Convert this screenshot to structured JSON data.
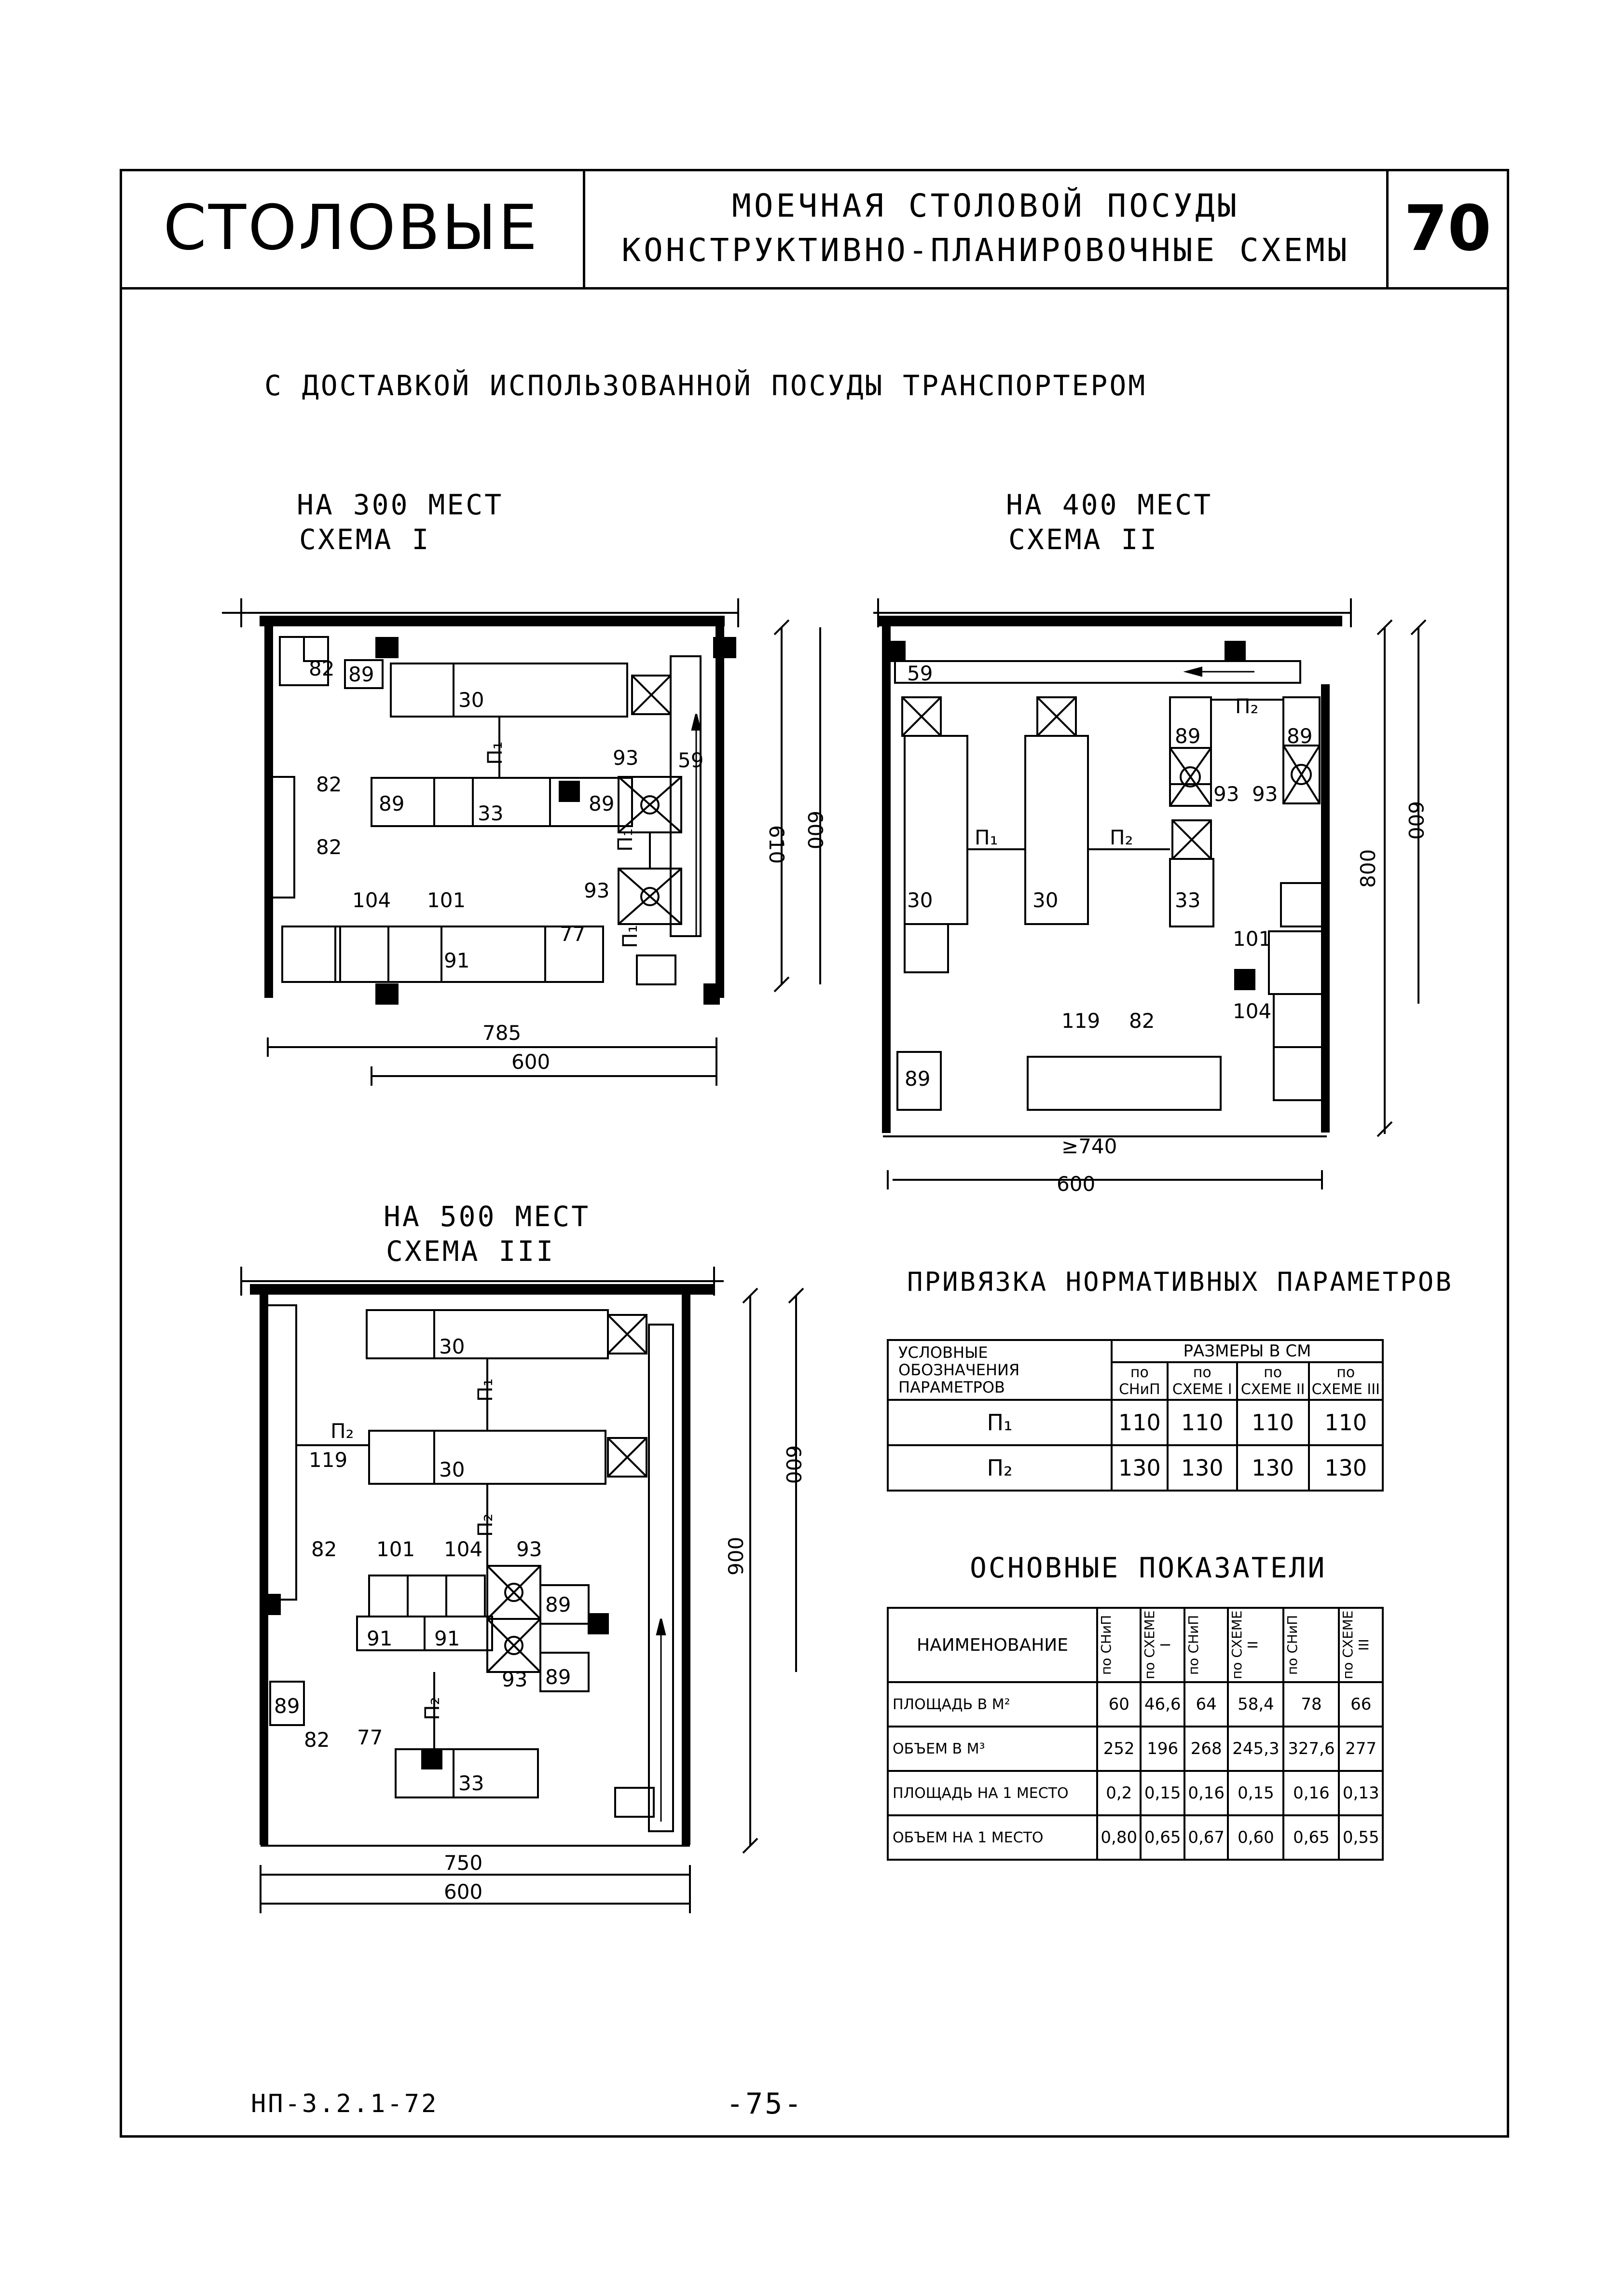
{
  "header": {
    "brand": "СТОЛОВЫЕ",
    "title_line1": "МОЕЧНАЯ СТОЛОВОЙ ПОСУДЫ",
    "title_line2": "КОНСТРУКТИВНО-ПЛАНИРОВОЧНЫЕ СХЕМЫ",
    "sheet_number": "70"
  },
  "subtitle": "С ДОСТАВКОЙ ИСПОЛЬЗОВАННОЙ ПОСУДЫ ТРАНСПОРТЕРОМ",
  "scheme1": {
    "line1": "НА 300 МЕСТ",
    "line2": "СХЕМА I",
    "dim_h1": "785",
    "dim_h2": "600",
    "dim_v1": "610",
    "dim_v2": "600",
    "labels": {
      "l82a": "82",
      "l89a": "89",
      "l30": "30",
      "l59": "59",
      "p1a": "П₁",
      "l93a": "93",
      "l82b": "82",
      "l89b": "89",
      "l33": "33",
      "l89c": "89",
      "l82c": "82",
      "p1b": "П₁",
      "l104": "104",
      "l101": "101",
      "l93b": "93",
      "l77": "77",
      "p1c": "П₁",
      "l91": "91"
    }
  },
  "scheme2": {
    "line1": "НА 400 МЕСТ",
    "line2": "СХЕМА II",
    "dim_h1": "≥740",
    "dim_h2": "600",
    "dim_v1": "800",
    "dim_v2": "600",
    "labels": {
      "l59": "59",
      "p2a": "П₂",
      "l89a": "89",
      "l89b": "89",
      "l93a": "93",
      "l93b": "93",
      "p1": "П₁",
      "p2b": "П₂",
      "l30a": "30",
      "l30b": "30",
      "l33": "33",
      "l101": "101",
      "l119": "119",
      "l82": "82",
      "l104": "104",
      "l89c": "89"
    }
  },
  "scheme3": {
    "line1": "НА 500 МЕСТ",
    "line2": "СХЕМА III",
    "dim_h1": "750",
    "dim_h2": "600",
    "dim_v1": "900",
    "dim_v2": "600",
    "labels": {
      "l30a": "30",
      "p1": "П₁",
      "p2a": "П₂",
      "l119": "119",
      "l30b": "30",
      "p2b": "П₂",
      "l82a": "82",
      "l101": "101",
      "l104": "104",
      "l93a": "93",
      "l89a": "89",
      "l91a": "91",
      "l91b": "91",
      "l93b": "93",
      "l89b": "89",
      "p2c": "П₂",
      "l89c": "89",
      "l77": "77",
      "l82b": "82",
      "l33": "33"
    }
  },
  "table1": {
    "title": "ПРИВЯЗКА НОРМАТИВНЫХ ПАРАМЕТРОВ",
    "col_param": "УСЛОВНЫЕ ОБОЗНАЧЕНИЯ ПАРАМЕТРОВ",
    "col_group": "РАЗМЕРЫ В СМ",
    "subcols": [
      "по СНиП",
      "по СХЕМЕ I",
      "по СХЕМЕ II",
      "по СХЕМЕ III"
    ],
    "rows": [
      {
        "name": "П₁",
        "values": [
          "110",
          "110",
          "110",
          "110"
        ]
      },
      {
        "name": "П₂",
        "values": [
          "130",
          "130",
          "130",
          "130"
        ]
      }
    ]
  },
  "table2": {
    "title": "ОСНОВНЫЕ ПОКАЗАТЕЛИ",
    "col_name": "НАИМЕНОВАНИЕ",
    "subcols": [
      "по СНиП",
      "по СХЕМЕ I",
      "по СНиП",
      "по СХЕМЕ II",
      "по СНиП",
      "по СХЕМЕ III"
    ],
    "rows": [
      {
        "name": "ПЛОЩАДЬ В М²",
        "values": [
          "60",
          "46,6",
          "64",
          "58,4",
          "78",
          "66"
        ]
      },
      {
        "name": "ОБЪЕМ В М³",
        "values": [
          "252",
          "196",
          "268",
          "245,3",
          "327,6",
          "277"
        ]
      },
      {
        "name": "ПЛОЩАДЬ НА 1 МЕСТО",
        "values": [
          "0,2",
          "0,15",
          "0,16",
          "0,15",
          "0,16",
          "0,13"
        ]
      },
      {
        "name": "ОБЪЕМ НА 1 МЕСТО",
        "values": [
          "0,80",
          "0,65",
          "0,67",
          "0,60",
          "0,65",
          "0,55"
        ]
      }
    ]
  },
  "footer": {
    "code": "НП-3.2.1-72",
    "page": "-75-"
  }
}
